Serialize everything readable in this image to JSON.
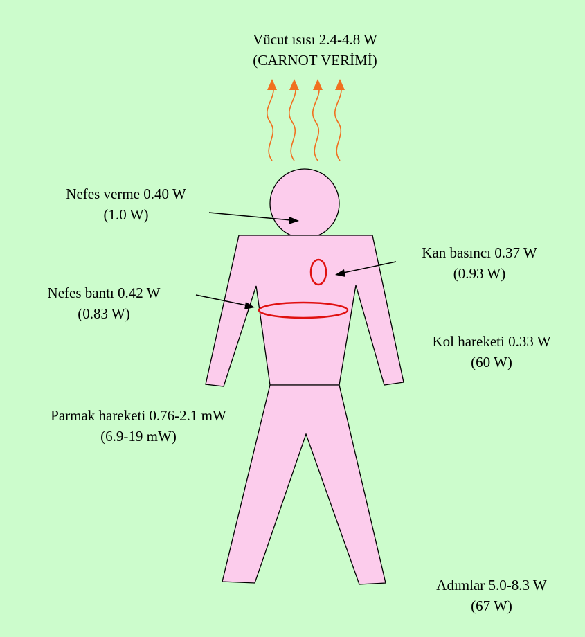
{
  "labels": {
    "body_heat": {
      "line1": "Vücut ısısı 2.4-4.8 W",
      "line2": "(CARNOT VERİMİ)"
    },
    "exhalation": {
      "line1": "Nefes verme 0.40 W",
      "line2": "(1.0 W)"
    },
    "blood_pressure": {
      "line1": "Kan basıncı 0.37 W",
      "line2": "(0.93 W)"
    },
    "breath_band": {
      "line1": "Nefes bantı 0.42 W",
      "line2": "(0.83 W)"
    },
    "arm_motion": {
      "line1": "Kol hareketi 0.33 W",
      "line2": "(60 W)"
    },
    "finger_motion": {
      "line1": "Parmak hareketi 0.76-2.1 mW",
      "line2": "(6.9-19 mW)"
    },
    "footfalls": {
      "line1": "Adımlar 5.0-8.3 W",
      "line2": "(67 W)"
    }
  },
  "colors": {
    "background": "#ccfccc",
    "body_fill": "#fcccec",
    "outline": "#000000",
    "heat_waves": "#f07020",
    "highlight": "#e01010"
  }
}
